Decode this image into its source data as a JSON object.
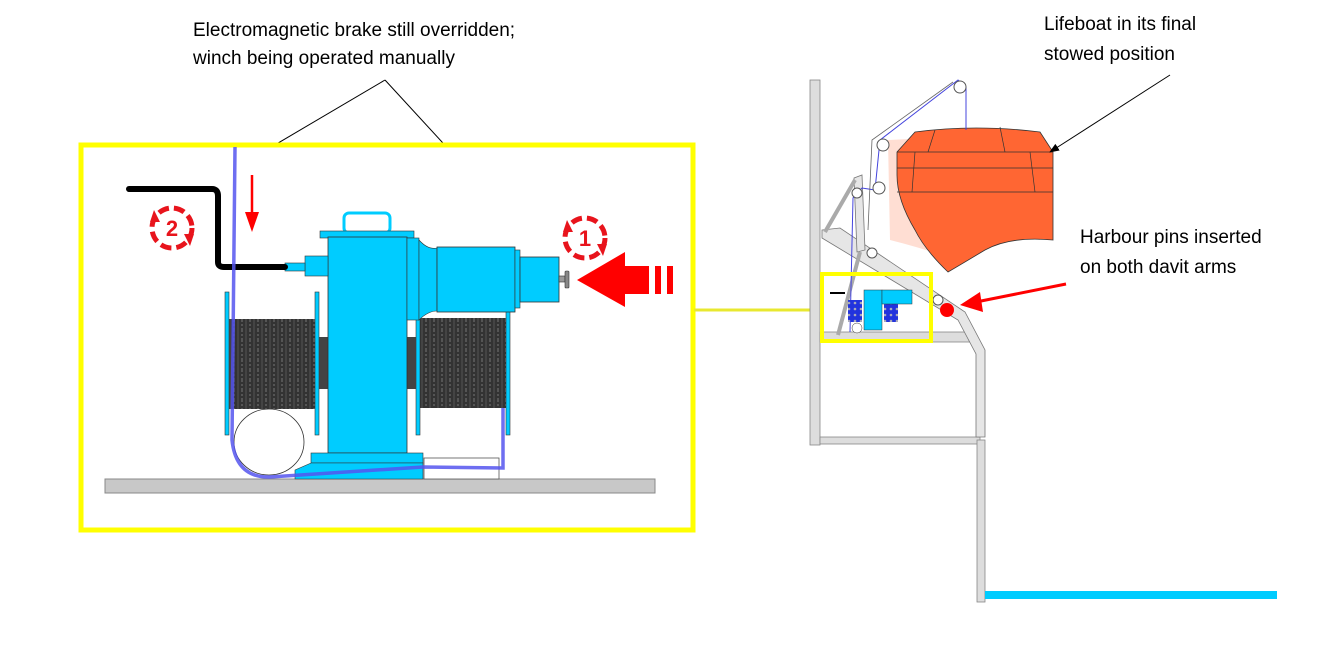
{
  "annotations": {
    "winch_note": {
      "line1": "Electromagnetic brake still overridden;",
      "line2": "winch being operated manually"
    },
    "lifeboat_note": {
      "line1": "Lifeboat in its final",
      "line2": "stowed position"
    },
    "pins_note": {
      "line1": "Harbour pins inserted",
      "line2": "on both davit arms"
    }
  },
  "step_markers": {
    "step1": "1",
    "step2": "2"
  },
  "colors": {
    "highlight": "#ffff00",
    "winch": "#00ccff",
    "lifeboat": "#ff6633",
    "arrow": "#ff0000",
    "wire": "#5555ee",
    "water": "#00ccff"
  }
}
